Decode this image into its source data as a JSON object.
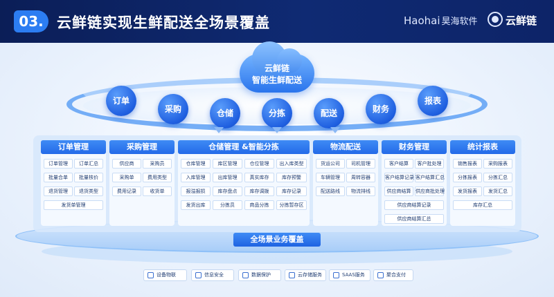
{
  "header": {
    "number": "03.",
    "title": "云鲜链实现生鲜配送全场景覆盖",
    "brand1_en": "Haohai",
    "brand1_cn": "昊海软件",
    "brand2": "云鲜链"
  },
  "cloud": {
    "line1": "云鲜链",
    "line2": "智能生鲜配送"
  },
  "nodes": [
    "订单",
    "采购",
    "仓储",
    "分拣",
    "配送",
    "财务",
    "报表"
  ],
  "modules": [
    {
      "title": "订单管理",
      "items": [
        "订单管理",
        "订单汇总",
        "批量合单",
        "批量核价",
        "退货管理",
        "退货类型",
        "发货单管理"
      ]
    },
    {
      "title": "采购管理",
      "items": [
        "供应商",
        "采购员",
        "采购单",
        "费用类型",
        "费用记录",
        "收货单"
      ]
    },
    {
      "title": "仓储管理 &智能分拣",
      "items": [
        "仓库管理",
        "库区管理",
        "仓位管理",
        "出入库类型",
        "入库管理",
        "出库管理",
        "真实库存",
        "库存预警",
        "报溢报损",
        "库存盘点",
        "库存调拨",
        "库存记录",
        "发货出库",
        "分拣员",
        "商品分拣",
        "分拣暂存区"
      ]
    },
    {
      "title": "物流配送",
      "items": [
        "货运公司",
        "司机管理",
        "车辆管理",
        "周转容器",
        "配送路线",
        "物流排线"
      ]
    },
    {
      "title": "财务管理",
      "items": [
        "客户结算",
        "客户批处理",
        "客户结算记录",
        "客户结算汇总",
        "供应商结算",
        "供应商批处理",
        "供应商结算记录",
        "供应商结算汇总"
      ]
    },
    {
      "title": "统计报表",
      "items": [
        "销售报表",
        "采购报表",
        "分拣报表",
        "分拣汇总",
        "发货报表",
        "发货汇总",
        "库存汇总"
      ]
    }
  ],
  "base_label": "全场景业务覆盖",
  "services": [
    "设备物联",
    "信息安全",
    "数据保护",
    "云存储服务",
    "SAAS服务",
    "聚合支付"
  ]
}
